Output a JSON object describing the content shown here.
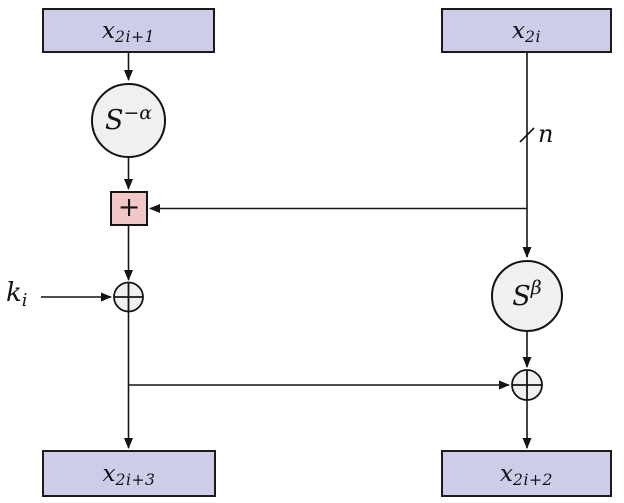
{
  "diagram": {
    "title_hint": "ARX cipher round function",
    "colors": {
      "box_fill": "#cdcdea",
      "box_border": "#1b1b1b",
      "circle_fill": "#f0f0f0",
      "circle_border": "#141414",
      "add_box_fill": "#f1c7c7",
      "add_box_border": "#141414",
      "line_color": "#141414",
      "text_color": "#121218"
    },
    "nodes": {
      "input_left": {
        "base": "x",
        "sub": "2i+1"
      },
      "input_right": {
        "base": "x",
        "sub": "2i"
      },
      "rot_left": {
        "base": "S",
        "sup": "−α"
      },
      "rot_right": {
        "base": "S",
        "sup": "β"
      },
      "add_label": "+",
      "key_label": {
        "base": "k",
        "sub": "i"
      },
      "bitwidth_label": "n",
      "output_left": {
        "base": "x",
        "sub": "2i+3"
      },
      "output_right": {
        "base": "x",
        "sub": "2i+2"
      }
    }
  }
}
